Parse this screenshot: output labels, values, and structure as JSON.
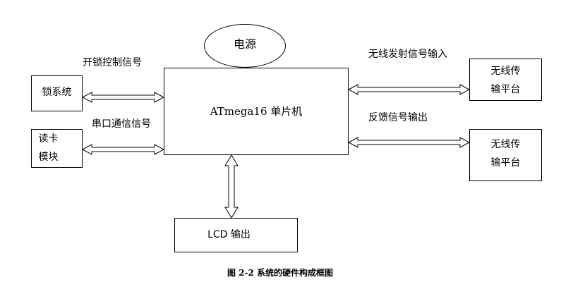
{
  "blocks": {
    "mcu": "ATmega16 单片机",
    "power": "电源",
    "lock": "锁系统",
    "card_reader": "读卡\n模块",
    "wireless_top": "无线传\n输平台",
    "wireless_bottom": "无线传\n输平台",
    "lcd": "LCD 输出"
  },
  "edge_labels": {
    "unlock_control": "开锁控制信号",
    "serial_comm": "串口通信信号",
    "wireless_tx": "无线发射信号输入",
    "feedback_out": "反馈信号输出"
  },
  "caption": "图 2-2 系统的硬件构成框图"
}
